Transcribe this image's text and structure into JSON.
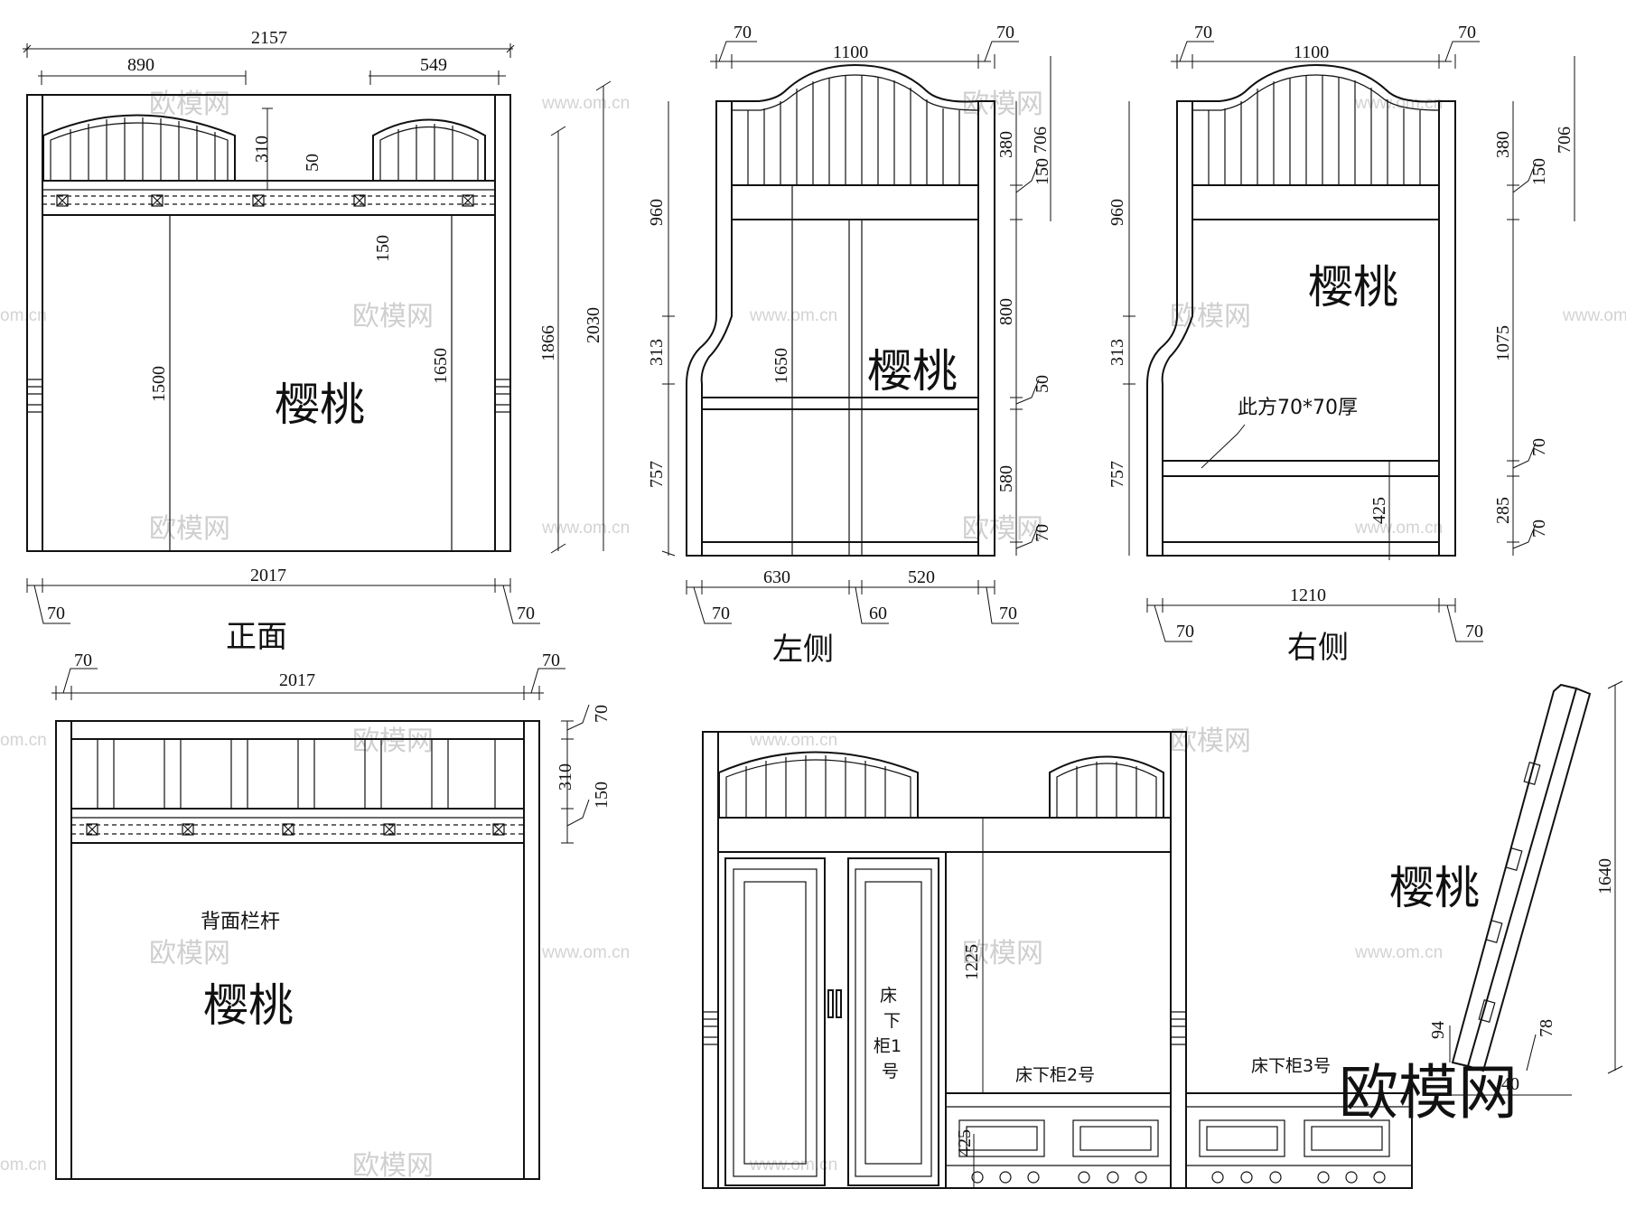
{
  "views": {
    "front": {
      "title": "正面",
      "brand": "樱桃",
      "dims": {
        "total_width": "2157",
        "left_rail": "890",
        "right_rail": "549",
        "rail_height": "310",
        "gap": "50",
        "beam": "150",
        "inner_left": "1500",
        "inner_right": "1650",
        "height_1866": "1866",
        "height_2030": "2030",
        "bottom_width": "2017",
        "post_left": "70",
        "post_right": "70"
      }
    },
    "left": {
      "title": "左侧",
      "brand": "樱桃",
      "dims": {
        "top_left": "70",
        "top_width": "1100",
        "top_right": "70",
        "upper": "960",
        "curve": "313",
        "lower": "757",
        "inner": "1650",
        "r380": "380",
        "r706": "706",
        "r150": "150",
        "r800": "800",
        "r50": "50",
        "r580": "580",
        "r70": "70",
        "b_left": "70",
        "b630": "630",
        "b60": "60",
        "b520": "520",
        "b_right": "70"
      }
    },
    "right": {
      "title": "右侧",
      "brand": "樱桃",
      "note": "此方70*70厚",
      "dims": {
        "top_left": "70",
        "top_width": "1100",
        "top_right": "70",
        "upper": "960",
        "curve": "313",
        "lower": "757",
        "r380": "380",
        "r706": "706",
        "r150": "150",
        "r1075": "1075",
        "r70a": "70",
        "r285": "285",
        "r70b": "70",
        "inner": "425",
        "b_left": "70",
        "b1210": "1210",
        "b_right": "70"
      }
    },
    "back": {
      "title": "背面栏杆",
      "brand": "樱桃",
      "dims": {
        "left": "70",
        "width": "2017",
        "right": "70",
        "top70": "70",
        "rail310": "310",
        "beam150": "150"
      }
    },
    "assembly": {
      "brand": "樱桃",
      "cabinet1": [
        "床",
        "下",
        "柜1",
        "号"
      ],
      "cabinet2": "床下柜2号",
      "cabinet3": "床下柜3号",
      "dims": {
        "height1225": "1225",
        "h425": "425"
      }
    },
    "ladder": {
      "dims": {
        "height": "1640",
        "foot94": "94",
        "foot78": "78",
        "base": "40"
      }
    }
  },
  "watermarks": {
    "cn": "欧模网",
    "url": "www.om.cn",
    "url2": "om.cn"
  },
  "logo": "欧模网"
}
